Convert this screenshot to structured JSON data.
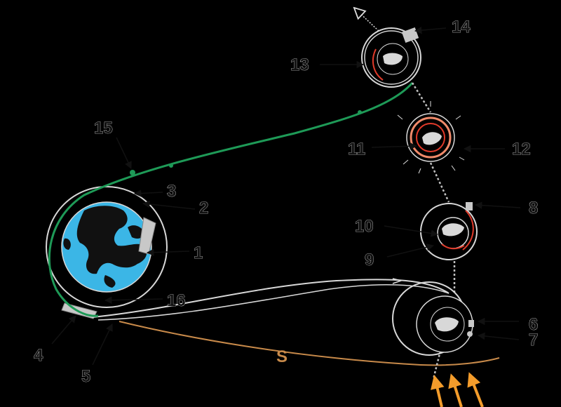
{
  "labels": {
    "l1": "1",
    "l2": "2",
    "l3": "3",
    "l4": "4",
    "l5": "5",
    "l6": "6",
    "l7": "7",
    "l8": "8",
    "l9": "9",
    "l10": "10",
    "l11": "11",
    "l12": "12",
    "l13": "13",
    "l14": "14",
    "l15": "15",
    "l16": "16",
    "ls": "S"
  },
  "colors": {
    "background": "#000000",
    "ocean": "#3bb6e6",
    "land": "#111111",
    "return_path": "#1e9a57",
    "sun_path": "#c88a4a",
    "sunlight_arrows": "#f39c2b",
    "heated_arc": "#e03a2a",
    "heat_ring": "#f08a6a",
    "outline": "#d8d8d8",
    "tether_line": "#bfbfbf",
    "label_text": "#111111"
  },
  "icons": [
    "earth-icon",
    "moon-icon",
    "arrow-icon",
    "probe-icon",
    "sun-ray-icon"
  ]
}
